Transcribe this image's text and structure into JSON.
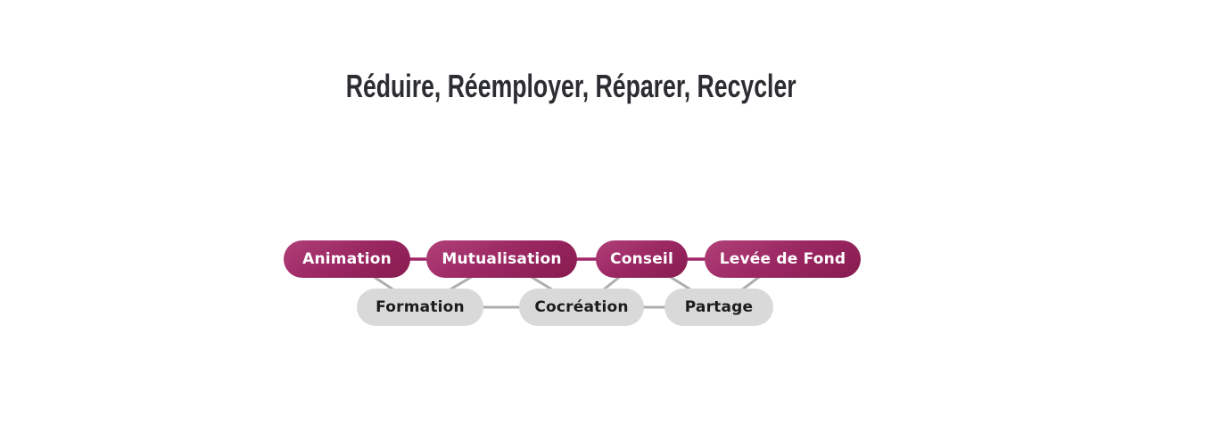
{
  "page": {
    "background": "#ffffff"
  },
  "header": {
    "title": "Réduire, Réemployer, Réparer, Recycler",
    "title_color": "#2b2d31"
  },
  "diagram": {
    "nodes": [
      {
        "id": "animation",
        "label": "Animation",
        "variant": "primary"
      },
      {
        "id": "mutualisation",
        "label": "Mutualisation",
        "variant": "primary"
      },
      {
        "id": "conseil",
        "label": "Conseil",
        "variant": "primary"
      },
      {
        "id": "levee-de-fond",
        "label": "Levée de Fond",
        "variant": "primary"
      },
      {
        "id": "formation",
        "label": "Formation",
        "variant": "secondary"
      },
      {
        "id": "cocreation",
        "label": "Cocréation",
        "variant": "secondary"
      },
      {
        "id": "partage",
        "label": "Partage",
        "variant": "secondary"
      }
    ],
    "edges": [
      {
        "from": "animation",
        "to": "mutualisation",
        "style": "primary"
      },
      {
        "from": "mutualisation",
        "to": "conseil",
        "style": "primary"
      },
      {
        "from": "conseil",
        "to": "levee-de-fond",
        "style": "primary"
      },
      {
        "from": "formation",
        "to": "cocreation",
        "style": "secondary"
      },
      {
        "from": "cocreation",
        "to": "partage",
        "style": "secondary"
      },
      {
        "from": "animation",
        "to": "formation",
        "style": "secondary"
      },
      {
        "from": "mutualisation",
        "to": "formation",
        "style": "secondary"
      },
      {
        "from": "mutualisation",
        "to": "cocreation",
        "style": "secondary"
      },
      {
        "from": "conseil",
        "to": "cocreation",
        "style": "secondary"
      },
      {
        "from": "conseil",
        "to": "partage",
        "style": "secondary"
      },
      {
        "from": "levee-de-fond",
        "to": "partage",
        "style": "secondary"
      }
    ],
    "colors": {
      "primary_gradient_start": "#b04078",
      "primary_gradient_mid": "#9b2763",
      "primary_gradient_end": "#871c4f",
      "primary_line": "#a32768",
      "primary_text": "#ffffff",
      "secondary_fill": "#d9d9d9",
      "secondary_line": "#aeaeae",
      "secondary_text": "#1c1c1c"
    }
  }
}
